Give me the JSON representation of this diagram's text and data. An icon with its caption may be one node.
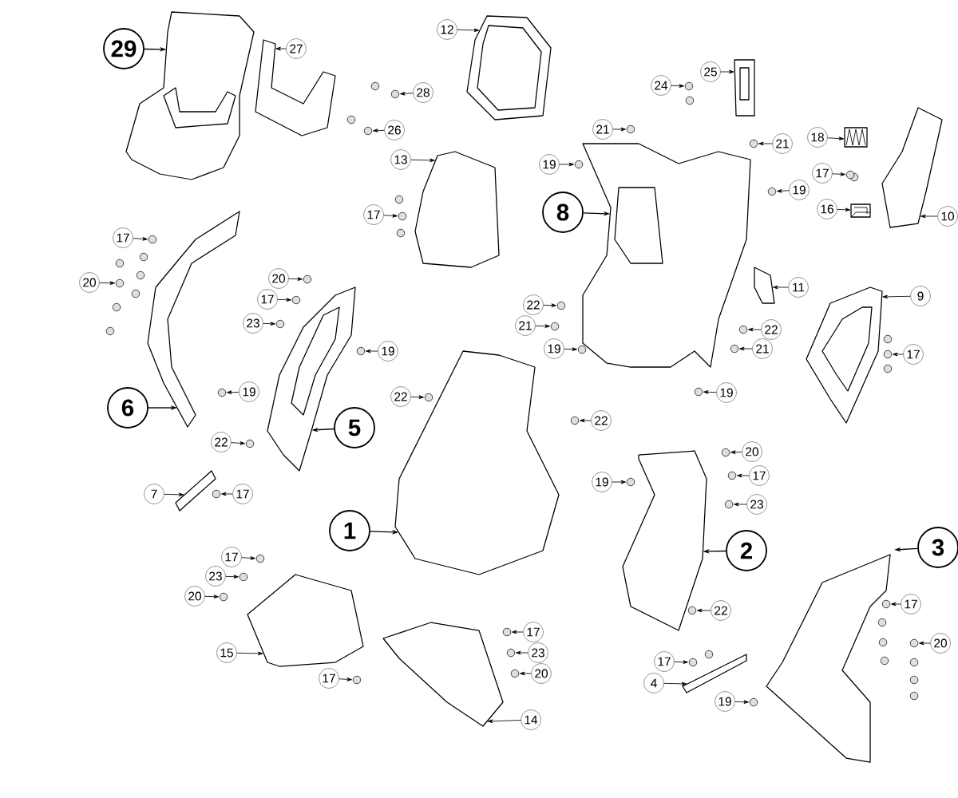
{
  "diagram": {
    "nodes": [
      {
        "text": [
          "12"
        ]
      },
      {
        "text": [
          "29"
        ]
      },
      {
        "text": [
          "27"
        ]
      },
      {
        "text": [
          "25"
        ]
      },
      {
        "text": [
          "24"
        ]
      },
      {
        "text": [
          "28"
        ]
      },
      {
        "text": [
          "21"
        ]
      },
      {
        "text": [
          "26"
        ]
      },
      {
        "text": [
          "18"
        ]
      },
      {
        "text": [
          "21"
        ]
      },
      {
        "text": [
          "13"
        ]
      },
      {
        "text": [
          "19"
        ]
      },
      {
        "text": [
          "17"
        ]
      },
      {
        "text": [
          "19"
        ]
      },
      {
        "text": [
          "16"
        ]
      },
      {
        "text": [
          "8"
        ]
      },
      {
        "text": [
          "17"
        ]
      },
      {
        "text": [
          "10"
        ]
      },
      {
        "text": [
          "17"
        ]
      },
      {
        "text": [
          "20"
        ]
      },
      {
        "text": [
          "20"
        ]
      },
      {
        "text": [
          "11"
        ]
      },
      {
        "text": [
          "9"
        ]
      },
      {
        "text": [
          "17"
        ]
      },
      {
        "text": [
          "22"
        ]
      },
      {
        "text": [
          "23"
        ]
      },
      {
        "text": [
          "21"
        ]
      },
      {
        "text": [
          "22"
        ]
      },
      {
        "text": [
          "21"
        ]
      },
      {
        "text": [
          "19"
        ]
      },
      {
        "text": [
          "19"
        ]
      },
      {
        "text": [
          "17"
        ]
      },
      {
        "text": [
          "19"
        ]
      },
      {
        "text": [
          "19"
        ]
      },
      {
        "text": [
          "22"
        ]
      },
      {
        "text": [
          "6"
        ]
      },
      {
        "text": [
          "22"
        ]
      },
      {
        "text": [
          "5"
        ]
      },
      {
        "text": [
          "22"
        ]
      },
      {
        "text": [
          "20"
        ]
      },
      {
        "text": [
          "17"
        ]
      },
      {
        "text": [
          "19"
        ]
      },
      {
        "text": [
          "7"
        ]
      },
      {
        "text": [
          "17"
        ]
      },
      {
        "text": [
          "23"
        ]
      },
      {
        "text": [
          "1"
        ]
      },
      {
        "text": [
          "3"
        ]
      },
      {
        "text": [
          "2"
        ]
      },
      {
        "text": [
          "17"
        ]
      },
      {
        "text": [
          "23"
        ]
      },
      {
        "text": [
          "20"
        ]
      },
      {
        "text": [
          "17"
        ]
      },
      {
        "text": [
          "22"
        ]
      },
      {
        "text": [
          "17"
        ]
      },
      {
        "text": [
          "20"
        ]
      },
      {
        "text": [
          "15"
        ]
      },
      {
        "text": [
          "23"
        ]
      },
      {
        "text": [
          "17"
        ]
      },
      {
        "text": [
          "20"
        ]
      },
      {
        "text": [
          "17"
        ]
      },
      {
        "text": [
          "4"
        ]
      },
      {
        "text": [
          "19"
        ]
      },
      {
        "text": [
          "14"
        ]
      },
      {
        "text": [],
        "shape": "picture"
      },
      {
        "text": [],
        "shape": "picture"
      },
      {
        "text": [],
        "shape": "picture"
      },
      {
        "text": [],
        "shape": "picture"
      },
      {
        "text": [],
        "shape": "circle"
      },
      {
        "text": [],
        "shape": "circle"
      },
      {
        "text": [],
        "shape": "circle"
      },
      {
        "text": [],
        "shape": "circle"
      },
      {
        "text": [],
        "shape": "picture"
      },
      {
        "text": [],
        "shape": "circle"
      },
      {
        "text": [],
        "shape": "picture"
      },
      {
        "text": [],
        "shape": "circle"
      },
      {
        "text": [],
        "shape": "circle"
      },
      {
        "text": [],
        "shape": "circle"
      },
      {
        "text": [],
        "shape": "picture"
      },
      {
        "text": [],
        "shape": "picture"
      },
      {
        "text": [],
        "shape": "circle"
      },
      {
        "text": [],
        "shape": "picture"
      },
      {
        "text": [],
        "shape": "circle"
      },
      {
        "text": [],
        "shape": "circle"
      },
      {
        "text": [],
        "shape": "circle"
      },
      {
        "text": [],
        "shape": "picture"
      },
      {
        "text": [],
        "shape": "picture"
      },
      {
        "text": [],
        "shape": "circle"
      },
      {
        "text": [],
        "shape": "circle"
      },
      {
        "text": [],
        "shape": "circle"
      },
      {
        "text": [],
        "shape": "circle"
      },
      {
        "text": [],
        "shape": "circle"
      },
      {
        "text": [],
        "shape": "circle"
      },
      {
        "text": [],
        "shape": "circle"
      },
      {
        "text": [],
        "shape": "circle"
      },
      {
        "text": [],
        "shape": "circle"
      },
      {
        "text": [],
        "shape": "circle"
      },
      {
        "text": [],
        "shape": "circle"
      },
      {
        "text": [],
        "shape": "circle"
      },
      {
        "text": [],
        "shape": "picture"
      },
      {
        "text": [],
        "shape": "circle"
      },
      {
        "text": [],
        "shape": "picture"
      },
      {
        "text": [],
        "shape": "circle"
      },
      {
        "text": [],
        "shape": "circle"
      },
      {
        "text": [],
        "shape": "circle"
      },
      {
        "text": [],
        "shape": "circle"
      },
      {
        "text": [],
        "shape": "picture"
      },
      {
        "text": [],
        "shape": "circle"
      },
      {
        "text": [],
        "shape": "circle"
      },
      {
        "text": [],
        "shape": "picture"
      },
      {
        "text": [],
        "shape": "picture"
      },
      {
        "text": [],
        "shape": "picture"
      },
      {
        "text": [],
        "shape": "circle"
      },
      {
        "text": [],
        "shape": "circle"
      },
      {
        "text": [],
        "shape": "circle"
      },
      {
        "text": [],
        "shape": "circle"
      },
      {
        "text": [],
        "shape": "circle"
      },
      {
        "text": [],
        "shape": "circle"
      },
      {
        "text": [],
        "shape": "circle"
      },
      {
        "text": [],
        "shape": "picture"
      },
      {
        "text": [],
        "shape": "circle"
      },
      {
        "text": [],
        "shape": "circle"
      },
      {
        "text": [],
        "shape": "circle"
      },
      {
        "text": [],
        "shape": "circle"
      },
      {
        "text": [],
        "shape": "picture"
      },
      {
        "text": [],
        "shape": "circle"
      },
      {
        "text": [],
        "shape": "picture"
      }
    ],
    "edges": [
      {
        "from": 0,
        "to": 63,
        "arrow": "to"
      },
      {
        "from": 1,
        "to": 64,
        "arrow": "to"
      },
      {
        "from": 2,
        "to": 65,
        "arrow": "to"
      },
      {
        "from": 3,
        "to": 66,
        "arrow": "to"
      },
      {
        "from": 4,
        "to": 67,
        "arrow": "to"
      },
      {
        "from": 5,
        "to": 68,
        "arrow": "to"
      },
      {
        "from": 6,
        "to": 69,
        "arrow": "to"
      },
      {
        "from": 7,
        "to": 70,
        "arrow": "to"
      },
      {
        "from": 8,
        "to": 71,
        "arrow": "to"
      },
      {
        "from": 9,
        "to": 72,
        "arrow": "to"
      },
      {
        "from": 10,
        "to": 73,
        "arrow": "to"
      },
      {
        "from": 11,
        "to": 74,
        "arrow": "to"
      },
      {
        "from": 12,
        "to": 75,
        "arrow": "to"
      },
      {
        "from": 13,
        "to": 76,
        "arrow": "to"
      },
      {
        "from": 14,
        "to": 77,
        "arrow": "to"
      },
      {
        "from": 15,
        "to": 78,
        "arrow": "to"
      },
      {
        "from": 16,
        "to": 79,
        "arrow": "to"
      },
      {
        "from": 17,
        "to": 80,
        "arrow": "to"
      },
      {
        "from": 18,
        "to": 81,
        "arrow": "to"
      },
      {
        "from": 19,
        "to": 82,
        "arrow": "to"
      },
      {
        "from": 20,
        "to": 83,
        "arrow": "to"
      },
      {
        "from": 21,
        "to": 84,
        "arrow": "to"
      },
      {
        "from": 22,
        "to": 85,
        "arrow": "to"
      },
      {
        "from": 23,
        "to": 86,
        "arrow": "to"
      },
      {
        "from": 24,
        "to": 87,
        "arrow": "to"
      },
      {
        "from": 25,
        "to": 88,
        "arrow": "to"
      },
      {
        "from": 26,
        "to": 89,
        "arrow": "to"
      },
      {
        "from": 27,
        "to": 90,
        "arrow": "to"
      },
      {
        "from": 28,
        "to": 91,
        "arrow": "to"
      },
      {
        "from": 29,
        "to": 92,
        "arrow": "to"
      },
      {
        "from": 30,
        "to": 93,
        "arrow": "to"
      },
      {
        "from": 31,
        "to": 94,
        "arrow": "to"
      },
      {
        "from": 32,
        "to": 95,
        "arrow": "to"
      },
      {
        "from": 33,
        "to": 96,
        "arrow": "to"
      },
      {
        "from": 34,
        "to": 97,
        "arrow": "to"
      },
      {
        "from": 35,
        "to": 98,
        "arrow": "to"
      },
      {
        "from": 36,
        "to": 99,
        "arrow": "to"
      },
      {
        "from": 37,
        "to": 100,
        "arrow": "to"
      },
      {
        "from": 38,
        "to": 101,
        "arrow": "to"
      },
      {
        "from": 39,
        "to": 102,
        "arrow": "to"
      },
      {
        "from": 40,
        "to": 103,
        "arrow": "to"
      },
      {
        "from": 41,
        "to": 104,
        "arrow": "to"
      },
      {
        "from": 42,
        "to": 105,
        "arrow": "to"
      },
      {
        "from": 43,
        "to": 106,
        "arrow": "to"
      },
      {
        "from": 44,
        "to": 107,
        "arrow": "to"
      },
      {
        "from": 45,
        "to": 108,
        "arrow": "to"
      },
      {
        "from": 46,
        "to": 109,
        "arrow": "to"
      },
      {
        "from": 47,
        "to": 110,
        "arrow": "to"
      },
      {
        "from": 48,
        "to": 111,
        "arrow": "to"
      },
      {
        "from": 49,
        "to": 112,
        "arrow": "to"
      },
      {
        "from": 50,
        "to": 113,
        "arrow": "to"
      },
      {
        "from": 51,
        "to": 114,
        "arrow": "to"
      },
      {
        "from": 52,
        "to": 115,
        "arrow": "to"
      },
      {
        "from": 53,
        "to": 116,
        "arrow": "to"
      },
      {
        "from": 54,
        "to": 117,
        "arrow": "to"
      },
      {
        "from": 55,
        "to": 118,
        "arrow": "to"
      },
      {
        "from": 56,
        "to": 119,
        "arrow": "to"
      },
      {
        "from": 57,
        "to": 120,
        "arrow": "to"
      },
      {
        "from": 58,
        "to": 121,
        "arrow": "to"
      },
      {
        "from": 59,
        "to": 122,
        "arrow": "to"
      },
      {
        "from": 60,
        "to": 123,
        "arrow": "to"
      },
      {
        "from": 61,
        "to": 124,
        "arrow": "to"
      },
      {
        "from": 62,
        "to": 125,
        "arrow": "to"
      }
    ]
  }
}
